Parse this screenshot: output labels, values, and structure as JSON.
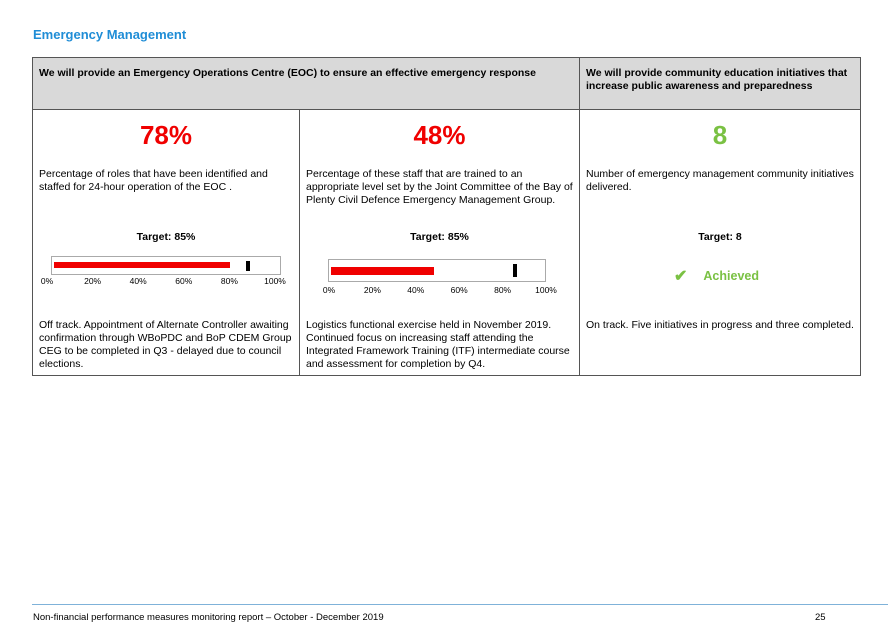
{
  "section_title": "Emergency Management",
  "headers": {
    "eoc": "We will provide an Emergency Operations Centre (EOC) to ensure an effective emergency response",
    "education": "We will provide community education initiatives that increase public awareness and preparedness"
  },
  "measures": [
    {
      "value": "78%",
      "description": "Percentage of roles that have been identified and staffed for 24-hour operation of the EOC .",
      "target": "Target: 85%",
      "progress_percent": 78,
      "target_percent": 85,
      "ticks": [
        "0%",
        "20%",
        "40%",
        "60%",
        "80%",
        "100%"
      ],
      "commentary": "Off track. Appointment of Alternate Controller awaiting confirmation through WBoPDC and BoP CDEM Group CEG to be completed in Q3 - delayed due to council elections.",
      "value_color": "#f00000"
    },
    {
      "value": "48%",
      "description": "Percentage of these staff that are trained to an appropriate level set by the Joint Committee of the Bay of Plenty Civil Defence Emergency Management Group.",
      "target": "Target: 85%",
      "progress_percent": 48,
      "target_percent": 85,
      "ticks": [
        "0%",
        "20%",
        "40%",
        "60%",
        "80%",
        "100%"
      ],
      "commentary": "Logistics functional exercise held in November 2019. Continued focus on increasing staff attending the Integrated Framework Training (ITF) intermediate course and assessment for completion by Q4.",
      "value_color": "#f00000"
    },
    {
      "value": "8",
      "description": "Number of emergency management community initiatives delivered.",
      "target": "Target: 8",
      "status_icon": "checkmark-icon",
      "status": "Achieved",
      "commentary": "On track. Five initiatives in progress and three completed.",
      "value_color": "#7ac143"
    }
  ],
  "footer": {
    "text": "Non-financial performance measures monitoring report – October - December 2019",
    "page_number": "25"
  }
}
